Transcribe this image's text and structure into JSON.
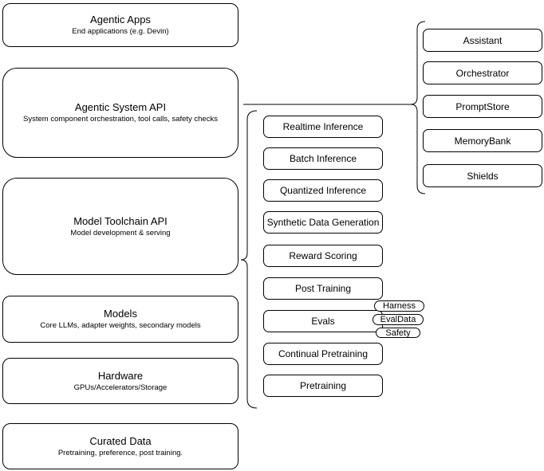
{
  "diagram": {
    "left_stack": [
      {
        "title": "Agentic Apps",
        "subtitle": "End applications (e.g. Devin)"
      },
      {
        "title": "Agentic System API",
        "subtitle": "System component orchestration, tool calls, safety checks"
      },
      {
        "title": "Model Toolchain API",
        "subtitle": "Model development & serving"
      },
      {
        "title": "Models",
        "subtitle": "Core LLMs, adapter weights, secondary models"
      },
      {
        "title": "Hardware",
        "subtitle": "GPUs/Accelerators/Storage"
      },
      {
        "title": "Curated Data",
        "subtitle": "Pretraining, preference, post training."
      }
    ],
    "toolchain_stack": [
      "Realtime Inference",
      "Batch Inference",
      "Quantized Inference",
      "Synthetic Data Generation",
      "Reward Scoring",
      "Post Training",
      "Evals",
      "Continual Pretraining",
      "Pretraining"
    ],
    "system_stack": [
      "Assistant",
      "Orchestrator",
      "PromptStore",
      "MemoryBank",
      "Shields"
    ],
    "eval_tags": [
      "Harness",
      "EvalData",
      "Safety"
    ],
    "colors": {
      "border": "#000000",
      "background": "#ffffff",
      "text": "#000000"
    }
  }
}
